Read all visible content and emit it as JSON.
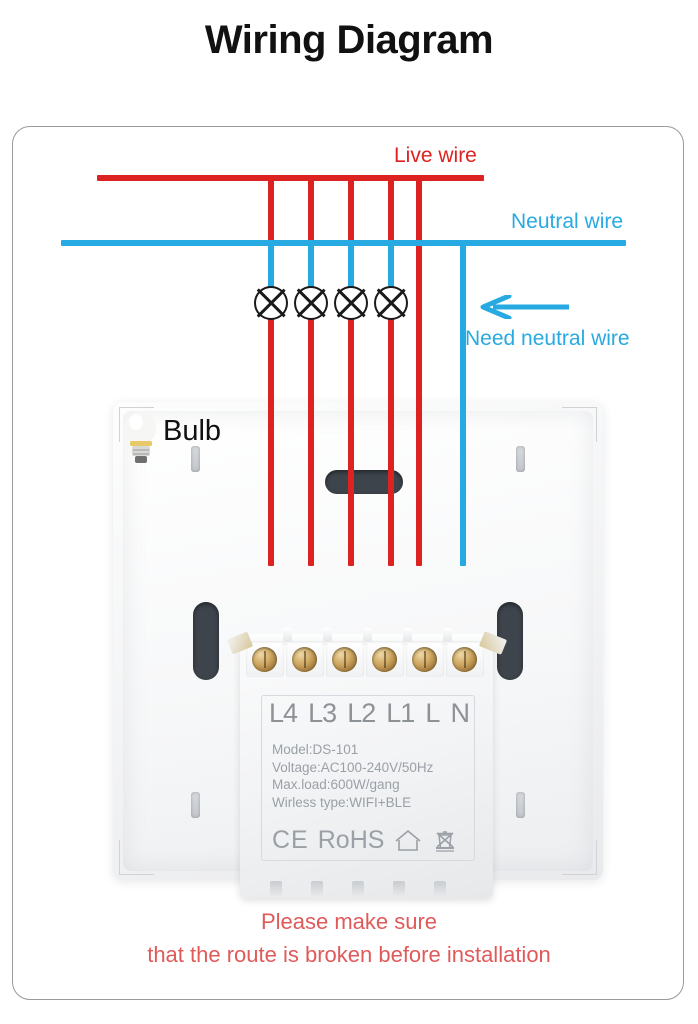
{
  "page": {
    "title": "Wiring Diagram"
  },
  "colors": {
    "live_wire": "#dd2222",
    "neutral_wire": "#27aae1",
    "note_text": "#e05a5a",
    "label_text": "#8d9297",
    "title_text": "#111111"
  },
  "wires": {
    "live_label": "Live wire",
    "neutral_label": "Neutral wire",
    "need_neutral_label": "Need neutral wire"
  },
  "bulb": {
    "label": "Bulb",
    "icon": "lightbulb-icon",
    "lamp_count": 4,
    "lamp_symbol": "lamp-cross-circle-icon"
  },
  "module": {
    "terminals": [
      "L4",
      "L3",
      "L2",
      "L1",
      "L",
      "N"
    ],
    "spec_lines": [
      "Model:DS-101",
      "Voltage:AC100-240V/50Hz",
      "Max.load:600W/gang",
      "Wirless type:WIFI+BLE"
    ],
    "spec_text": "Model:DS-101\nVoltage:AC100-240V/50Hz\nMax.load:600W/gang\nWirless type:WIFI+BLE",
    "certifications": {
      "ce": "CE",
      "rohs": "RoHS",
      "house_icon": "house-icon",
      "weee_icon": "crossed-out-wheelie-bin-icon"
    }
  },
  "footer": {
    "line1": "Please make sure",
    "line2": "that the route is broken before installation"
  }
}
